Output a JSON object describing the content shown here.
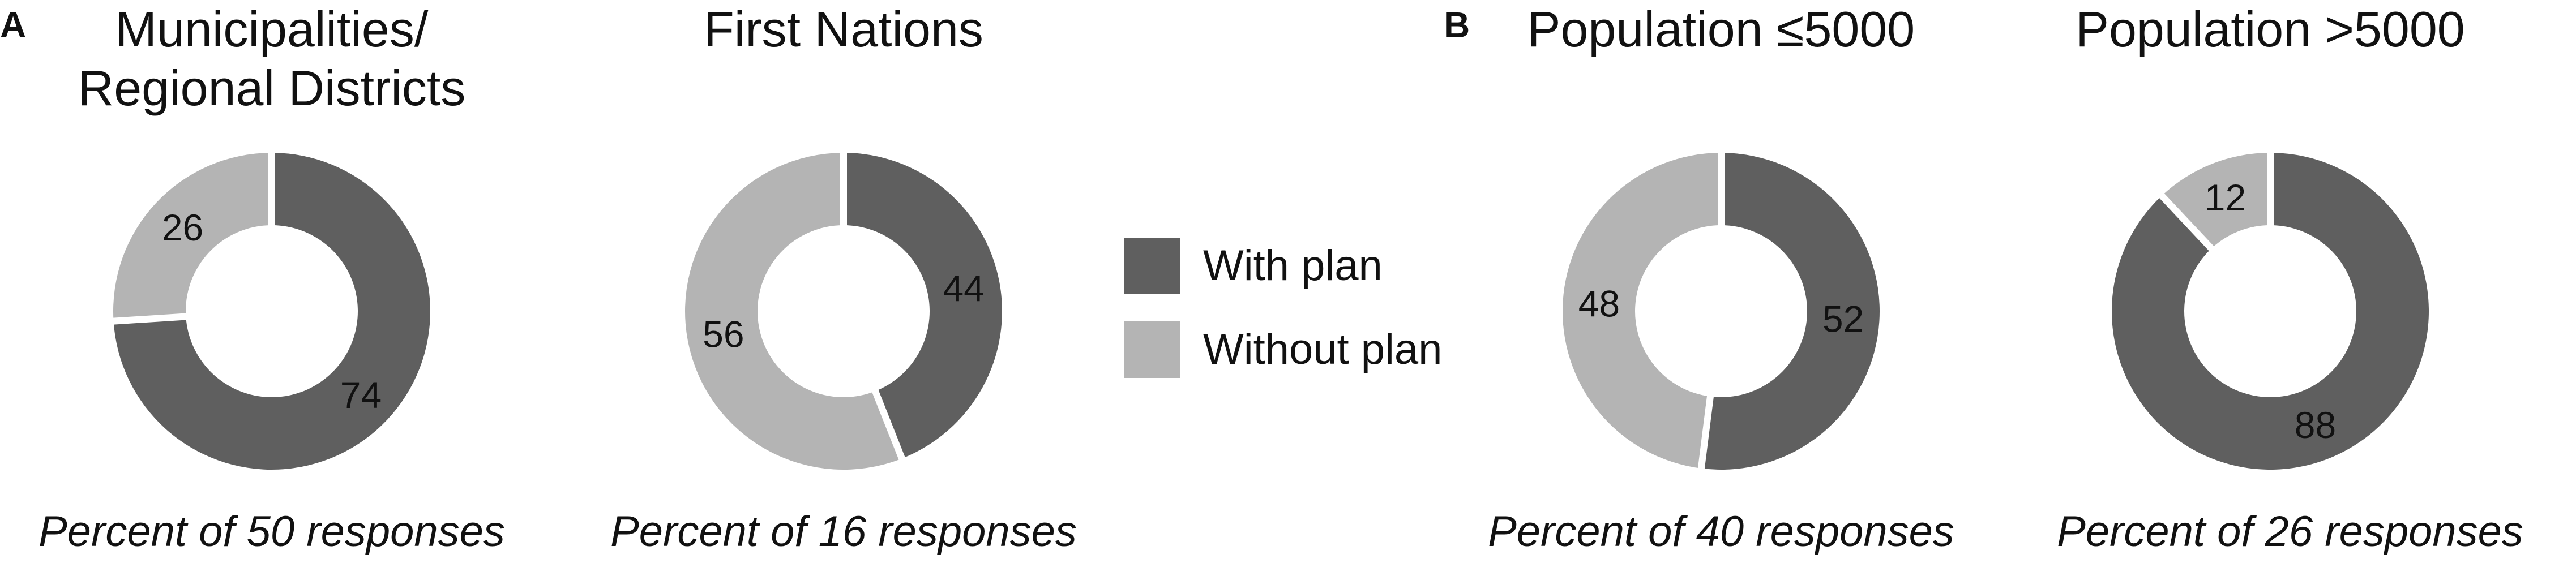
{
  "panels": [
    {
      "letter": "A"
    },
    {
      "letter": "B"
    }
  ],
  "colors": {
    "with_plan": "#5f5f5f",
    "without_plan": "#b4b4b4",
    "separator": "#ffffff"
  },
  "legend": [
    {
      "label": "With plan",
      "color": "#5f5f5f"
    },
    {
      "label": "Without plan",
      "color": "#b4b4b4"
    }
  ],
  "chart_data": [
    {
      "type": "pie",
      "title": "Municipalities/\nRegional Districts",
      "caption": "Percent of 50 responses",
      "slices": [
        {
          "label": "With plan",
          "value": 74
        },
        {
          "label": "Without plan",
          "value": 26
        }
      ]
    },
    {
      "type": "pie",
      "title": "First Nations",
      "caption": "Percent of 16 responses",
      "slices": [
        {
          "label": "With plan",
          "value": 44
        },
        {
          "label": "Without plan",
          "value": 56
        }
      ]
    },
    {
      "type": "pie",
      "title": "Population ≤5000",
      "caption": "Percent of 40 responses",
      "slices": [
        {
          "label": "With plan",
          "value": 52
        },
        {
          "label": "Without plan",
          "value": 48
        }
      ]
    },
    {
      "type": "pie",
      "title": "Population >5000",
      "caption": "Percent of 26 responses",
      "slices": [
        {
          "label": "With plan",
          "value": 88
        },
        {
          "label": "Without plan",
          "value": 12
        }
      ]
    }
  ]
}
